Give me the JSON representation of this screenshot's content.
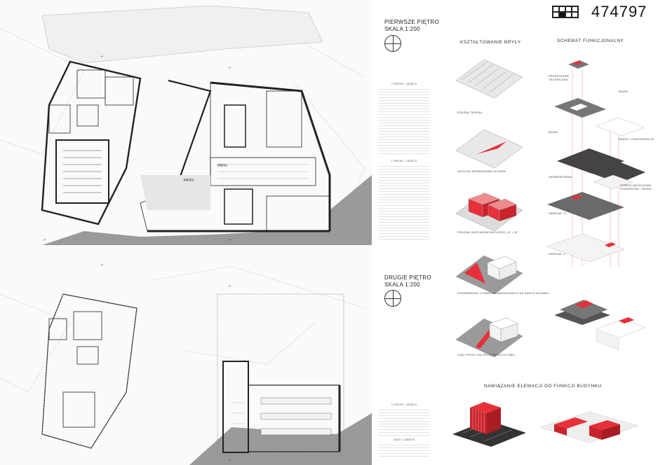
{
  "entry_number": "474797",
  "entry_grid": [
    0,
    0,
    0,
    0,
    0,
    1,
    0,
    0
  ],
  "floor1": {
    "title": "PIERWSZE PIĘTRO",
    "scale": "SKALA 1:200"
  },
  "floor2": {
    "title": "DRUGIE PIĘTRO",
    "scale": "SKALA 1:200"
  },
  "section_massing": "KSZTAŁTOWANIE BRYŁY",
  "section_functional": "SCHEMAT FUNKCJONALNY",
  "section_elevation": "NAWIĄZANIE ELEWACJI DO FUNKCJI BUDYNKU",
  "massing_captions": [
    "RZEŹBA TERENU",
    "UKRYCIE SERWEROWNI W ZIEMI",
    "PODZIAŁ BUDYNKÓW NA CZĘŚCI „A” I „B”",
    "POSZERZENIE OTWARCIA WIDOKOWEGO NA DANCH GŁÓWNY",
    "CIĄG PIESZY NA OSI KOMPOZYCYJNEJ"
  ],
  "functional_labels": {
    "tech": "PRZESTRZEŃ\nTECHNICZNA",
    "biura1": "BIURA",
    "biura2": "BIURA",
    "konferencja": "BIURA + KONFERENCJA",
    "serwerownia": "SERWEROWNIA",
    "strefa": "STREFA WEJŚCIOWA\nSHOWROOM + BIURA",
    "parking2": "PARKING -II-",
    "parking1": "PARKING -I-"
  },
  "plan_labels": {
    "patio1": "PATIO",
    "patio2": "PATIO"
  },
  "legends": {
    "l1": "1. PIĘTRO - CZĘŚĆ A",
    "l2": "1. PIĘTRO - CZĘŚĆ B",
    "l3": "2. PIĘTRO - CZĘŚĆ A",
    "l4": "DACH - CZĘŚĆ B"
  },
  "colors": {
    "accent": "#e8303a",
    "dark": "#555555",
    "light": "#dddddd"
  }
}
